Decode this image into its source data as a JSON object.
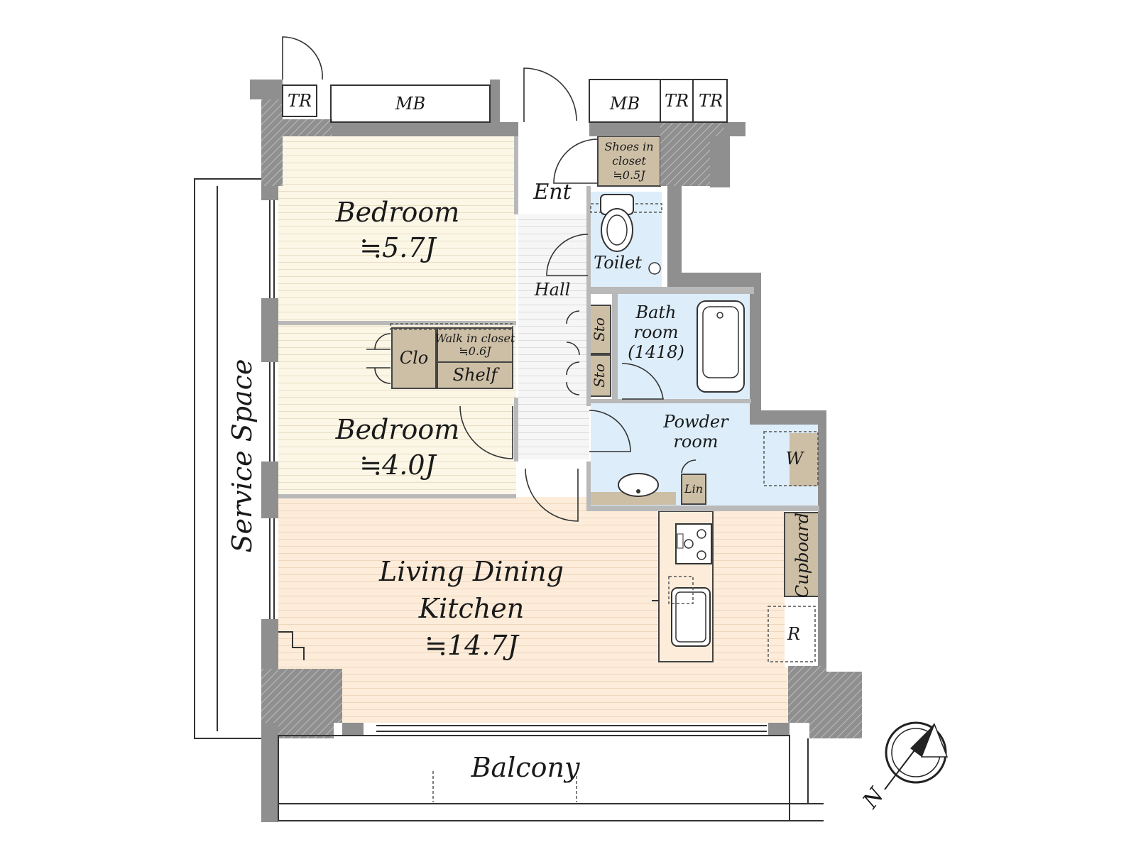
{
  "colors": {
    "wall": "#8f8f8f",
    "bedroom_floor": "#fbf6e6",
    "ldk_floor": "#fcecd9",
    "wet_area": "#ddeefa",
    "storage": "#cdbfa6",
    "hall_floor": "#f4f4f4",
    "ink": "#1a1a1a"
  },
  "labels": {
    "tr_left": "TR",
    "mb_left": "MB",
    "mb_right": "MB",
    "tr_right_1": "TR",
    "tr_right_2": "TR",
    "shoes_line1": "Shoes in",
    "shoes_line2": "closet",
    "shoes_size": "≒0.5J",
    "ent": "Ent",
    "toilet": "Toilet",
    "hall": "Hall",
    "bedroom1_name": "Bedroom",
    "bedroom1_size": "≒5.7J",
    "bedroom2_name": "Bedroom",
    "bedroom2_size": "≒4.0J",
    "clo": "Clo",
    "walk_in_line1": "Walk in closet",
    "walk_in_size": "≒0.6J",
    "shelf": "Shelf",
    "sto_1": "Sto",
    "sto_2": "Sto",
    "bath_line1": "Bath",
    "bath_line2": "room",
    "bath_line3": "(1418)",
    "powder_line1": "Powder",
    "powder_line2": "room",
    "washer": "W",
    "linen": "Lin",
    "cupboard": "Cupboard",
    "refrigerator": "R",
    "ldk_line1": "Living Dining",
    "ldk_line2": "Kitchen",
    "ldk_size": "≒14.7J",
    "service_space": "Service Space",
    "balcony": "Balcony",
    "compass_north": "N"
  },
  "icons": {
    "compass": "north-arrow-compass-icon",
    "toilet": "toilet-icon",
    "bathtub": "bathtub-icon",
    "sink": "wash-basin-icon",
    "stove": "stove-icon",
    "kitchen_sink": "kitchen-sink-icon"
  }
}
